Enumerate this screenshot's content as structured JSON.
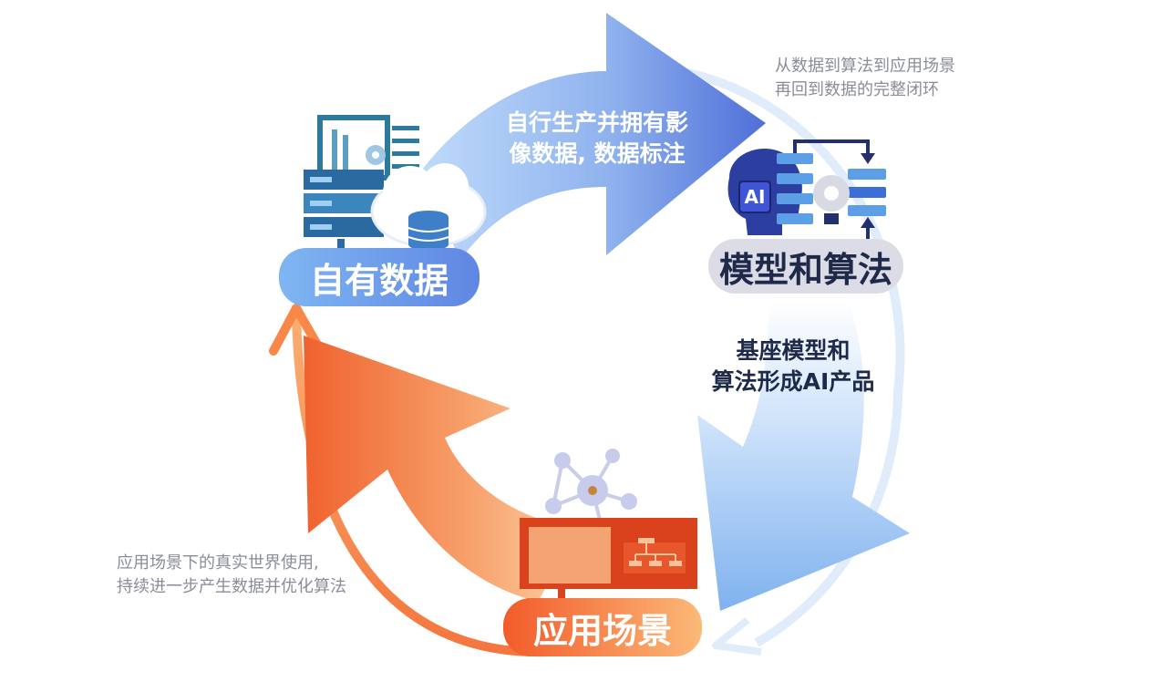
{
  "colors": {
    "blue_arrow": "#6c8fe6",
    "light_blue": "#b9d6f7",
    "orange_arrow": "#f26b3a",
    "orange_light": "#fbbd88",
    "navy_text": "#1f2a4a",
    "grey_text": "#8a8d99"
  },
  "stages": {
    "own_data": "自有数据",
    "model": "模型和算法",
    "scenario": "应用场景"
  },
  "arrows": {
    "top_line1": "自行生产并拥有影",
    "top_line2": "像数据, 数据标注",
    "right_line1": "基座模型和",
    "right_line2": "算法形成AI产品"
  },
  "notes": {
    "top_right_line1": "从数据到算法到应用场景",
    "top_right_line2": "再回到数据的完整闭环",
    "bottom_left_line1": "应用场景下的真实世界使用,",
    "bottom_left_line2": "持续进一步产生数据并优化算法"
  },
  "icons": {
    "ai_chip": "AI",
    "server": "server-icon",
    "cloud": "cloud-database-icon",
    "network": "network-icon"
  }
}
